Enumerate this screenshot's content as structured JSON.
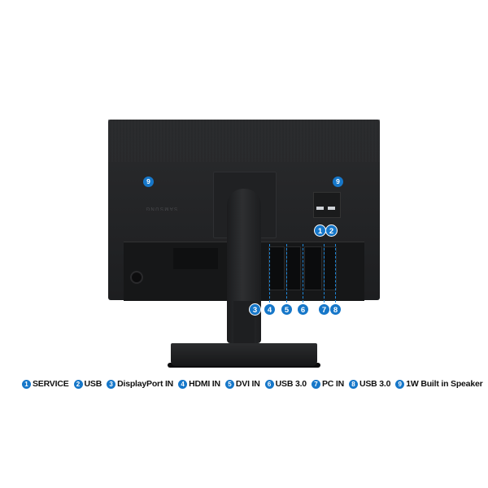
{
  "product": {
    "brand_mark": "SAMSUNG"
  },
  "callouts": {
    "top_left": "9",
    "top_right": "9",
    "usb_a": "1",
    "usb_b": "2",
    "p3": "3",
    "p4": "4",
    "p5": "5",
    "p6": "6",
    "p7": "7",
    "p8": "8"
  },
  "legend": [
    {
      "num": "1",
      "label": "SERVICE"
    },
    {
      "num": "2",
      "label": "USB"
    },
    {
      "num": "3",
      "label": "DisplayPort IN"
    },
    {
      "num": "4",
      "label": "HDMI IN"
    },
    {
      "num": "5",
      "label": "DVI IN"
    },
    {
      "num": "6",
      "label": "USB 3.0"
    },
    {
      "num": "7",
      "label": "PC IN"
    },
    {
      "num": "8",
      "label": "USB 3.0"
    },
    {
      "num": "9",
      "label": "1W Built in Speaker"
    }
  ],
  "colors": {
    "accent": "#1677c9",
    "monitor": "#232426",
    "background": "#ffffff"
  }
}
